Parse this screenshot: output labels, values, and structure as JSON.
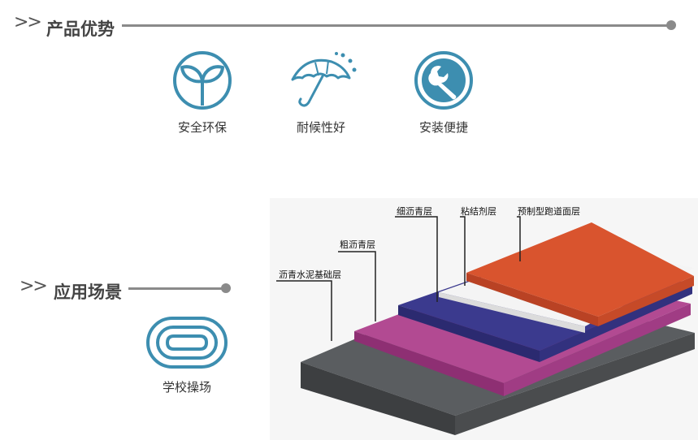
{
  "advantages": {
    "prefix": ">>",
    "title": "产品优势",
    "items": [
      {
        "label": "安全环保",
        "icon": "sprout-circle-icon"
      },
      {
        "label": "耐候性好",
        "icon": "umbrella-rain-icon"
      },
      {
        "label": "安装便捷",
        "icon": "wrench-circle-icon"
      }
    ]
  },
  "applications": {
    "prefix": ">>",
    "title": "应用场景",
    "items": [
      {
        "label": "学校操场",
        "icon": "running-track-icon"
      }
    ]
  },
  "layers": {
    "labels": [
      "沥青水泥基础层",
      "粗沥青层",
      "细沥青层",
      "粘结剂层",
      "预制型跑道面层"
    ]
  },
  "colors": {
    "icon": "#3d8eb0",
    "base_layer": "#4d5052",
    "coarse_layer": "#b24a92",
    "fine_layer": "#3b3a8e",
    "binder_layer": "#f2f2f2",
    "surface_layer": "#d9542e"
  }
}
